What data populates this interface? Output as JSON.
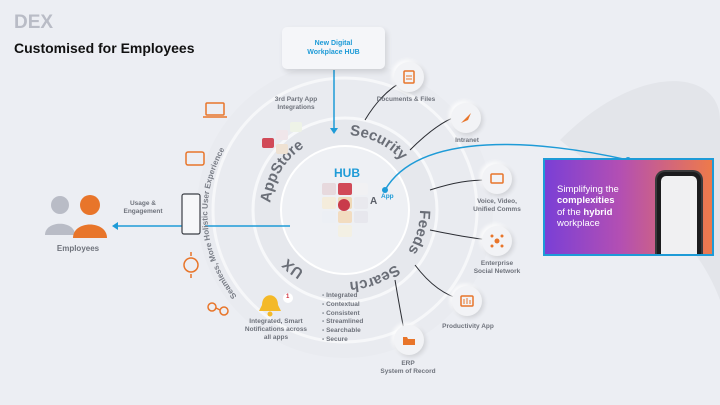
{
  "header": {
    "title": "DEX",
    "subtitle": "Customised for Employees"
  },
  "hub_box": "New Digital\nWorkplace HUB",
  "ring_labels": {
    "security": "Security",
    "appstore": "AppStore",
    "feeds": "Feeds",
    "search": "Search",
    "ux": "UX"
  },
  "outer_arc_text": "Seamless, More Holistic User Experience",
  "hub": {
    "title": "HUB",
    "letter": "A",
    "app_label": "App"
  },
  "labels": {
    "third_party": "3rd Party App\nIntegrations",
    "documents": "Documents & Files",
    "intranet": "Intranet",
    "voice": "Voice, Video,\nUnified Comms",
    "enterprise": "Enterprise\nSocial Network",
    "productivity": "Productivity App",
    "erp": "ERP\nSystem of Record",
    "usage": "Usage &\nEngagement",
    "employees": "Employees",
    "notifications": "Integrated, Smart\nNotifications across\nall apps",
    "notification_count": "1"
  },
  "bullets": [
    "Integrated",
    "Contextual",
    "Consistent",
    "Streamlined",
    "Searchable",
    "Secure"
  ],
  "promo": {
    "line1": "Simplifying the",
    "line2": "complexities",
    "line3_pre": "of the",
    "line3_bold": "hybrid",
    "line4": "workplace"
  },
  "colors": {
    "accent": "#1e9bd7",
    "orange": "#e8752a",
    "gray_text": "#6f737c"
  }
}
